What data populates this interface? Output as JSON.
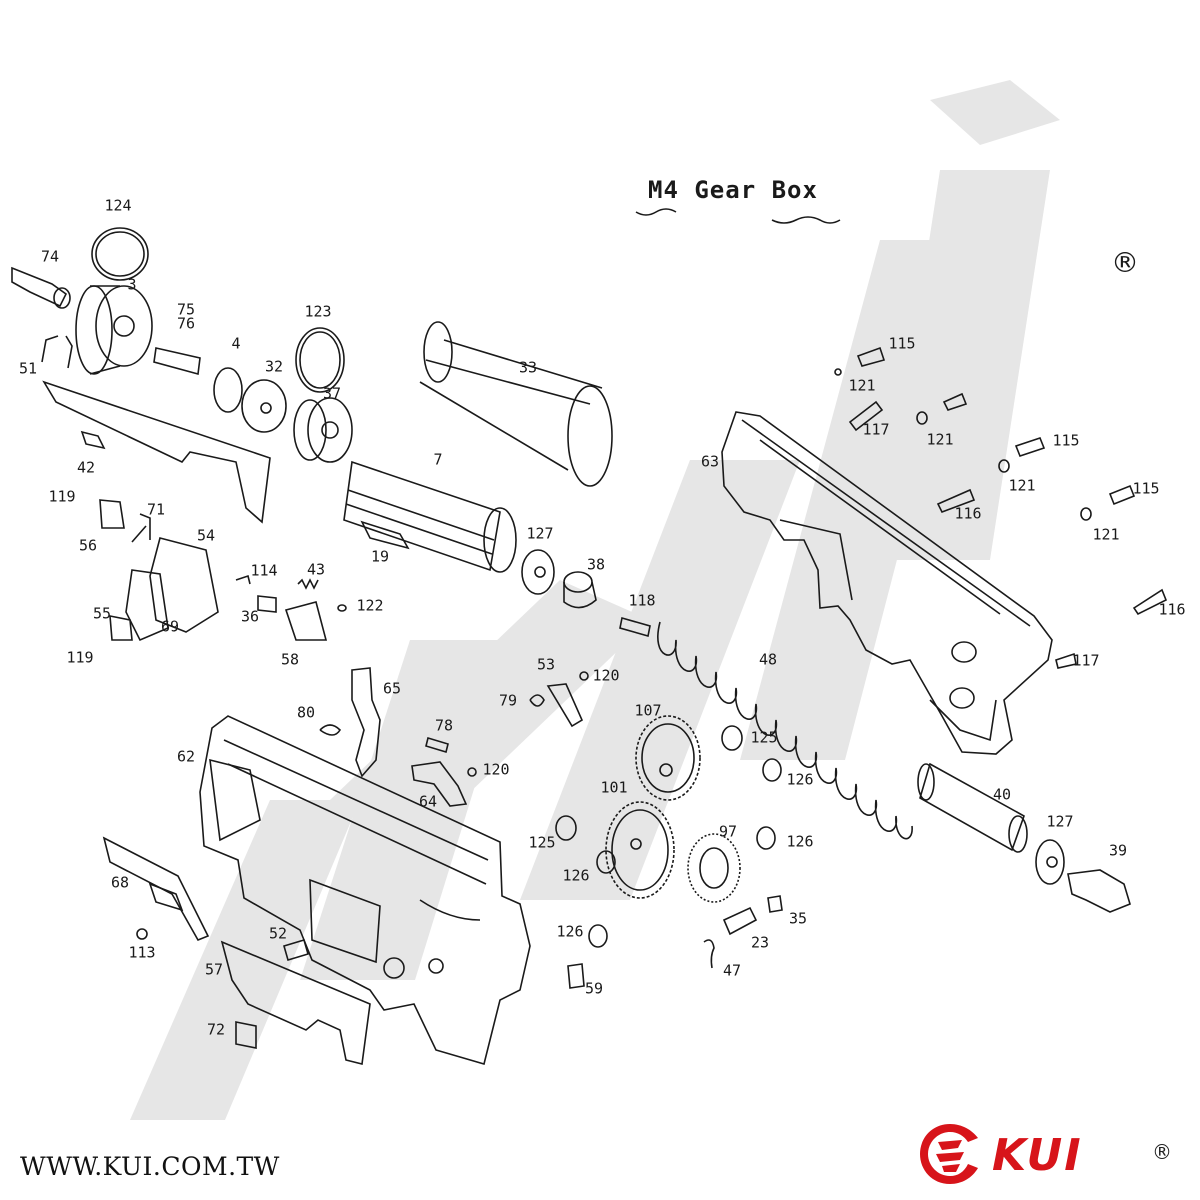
{
  "diagram": {
    "title": "M4 Gear Box",
    "website": "WWW.KUI.COM.TW",
    "registered_mark": "®",
    "brand": "KUI",
    "watermark": "KUI",
    "colors": {
      "line": "#1a1a1a",
      "watermark": "#e6e6e6",
      "brand_red": "#d7141a"
    },
    "part_labels": [
      "124",
      "74",
      "3",
      "75",
      "76",
      "4",
      "32",
      "123",
      "37",
      "33",
      "51",
      "42",
      "7",
      "19",
      "127",
      "38",
      "119",
      "71",
      "56",
      "54",
      "114",
      "43",
      "36",
      "122",
      "55",
      "69",
      "119",
      "58",
      "118",
      "53",
      "120",
      "79",
      "65",
      "80",
      "78",
      "120",
      "64",
      "62",
      "107",
      "125",
      "126",
      "101",
      "97",
      "126",
      "125",
      "126",
      "68",
      "113",
      "52",
      "57",
      "72",
      "126",
      "59",
      "23",
      "35",
      "47",
      "40",
      "127",
      "39",
      "48",
      "115",
      "121",
      "117",
      "121",
      "115",
      "121",
      "116",
      "115",
      "121",
      "116",
      "63",
      "117"
    ]
  }
}
